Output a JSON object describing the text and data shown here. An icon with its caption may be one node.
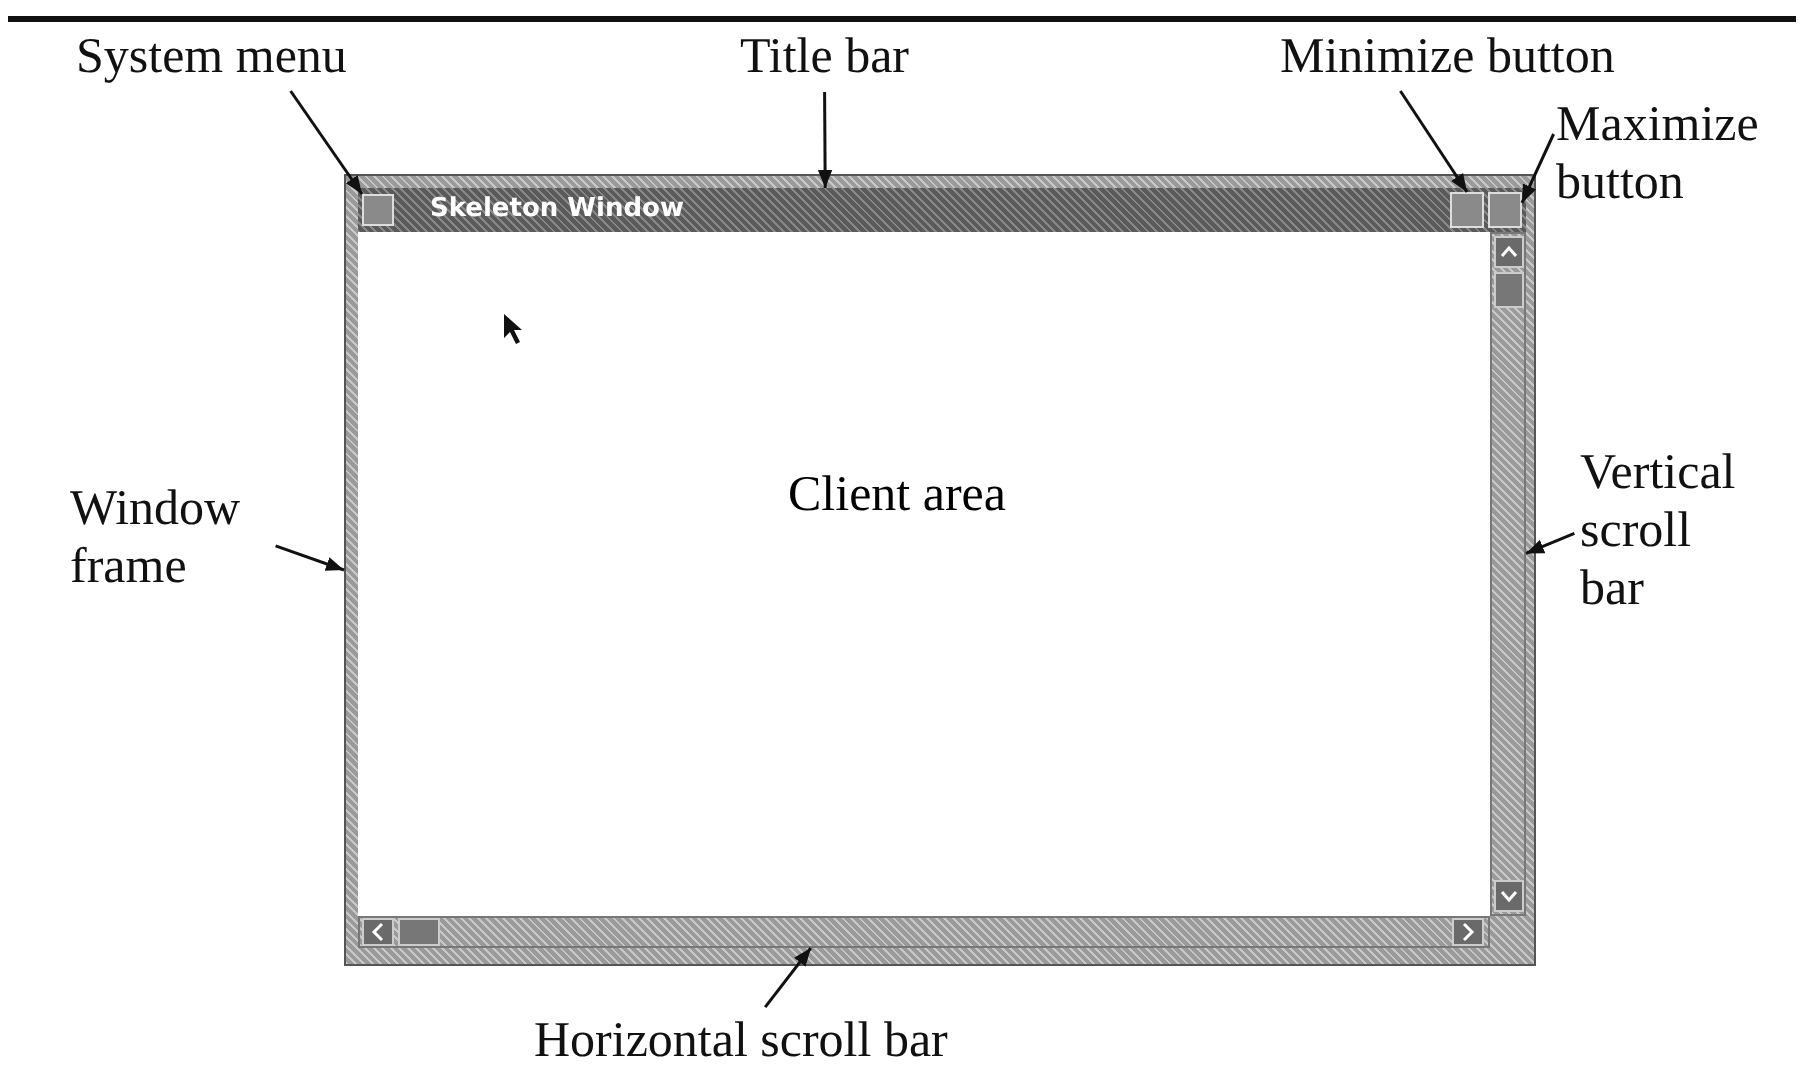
{
  "diagram": {
    "nodes": [
      {
        "text": [
          "System menu"
        ]
      },
      {
        "text": [
          "Title bar"
        ]
      },
      {
        "text": [
          "Minimize button"
        ]
      },
      {
        "text": [
          "Maximize button"
        ]
      },
      {
        "text": [],
        "shape": "box"
      },
      {
        "text": [
          "Skeleton Window"
        ],
        "in": 4
      },
      {
        "text": [],
        "shape": "box",
        "in": 5
      },
      {
        "text": [],
        "shape": "box",
        "in": 5
      },
      {
        "text": [],
        "shape": "box",
        "in": 5
      },
      {
        "text": [],
        "shape": "bar",
        "in": 4
      },
      {
        "text": [
          "Client area"
        ],
        "in": 4
      },
      {
        "text": [
          "Window frame"
        ]
      },
      {
        "text": [
          "Vertical scroll bar"
        ]
      },
      {
        "text": [],
        "shape": "bar",
        "in": 4
      },
      {
        "text": [
          "Horizontal scroll bar"
        ]
      }
    ],
    "edges": [
      {
        "from": 0,
        "to": 6,
        "arrow": "to"
      },
      {
        "from": 1,
        "to": 5,
        "arrow": "to"
      },
      {
        "from": 2,
        "to": 7,
        "arrow": "to"
      },
      {
        "from": 3,
        "to": 8,
        "arrow": "to"
      },
      {
        "from": 11,
        "to": 4,
        "arrow": "to"
      },
      {
        "from": 12,
        "to": 9,
        "arrow": "to"
      },
      {
        "from": 14,
        "to": 13,
        "arrow": "to"
      }
    ]
  }
}
